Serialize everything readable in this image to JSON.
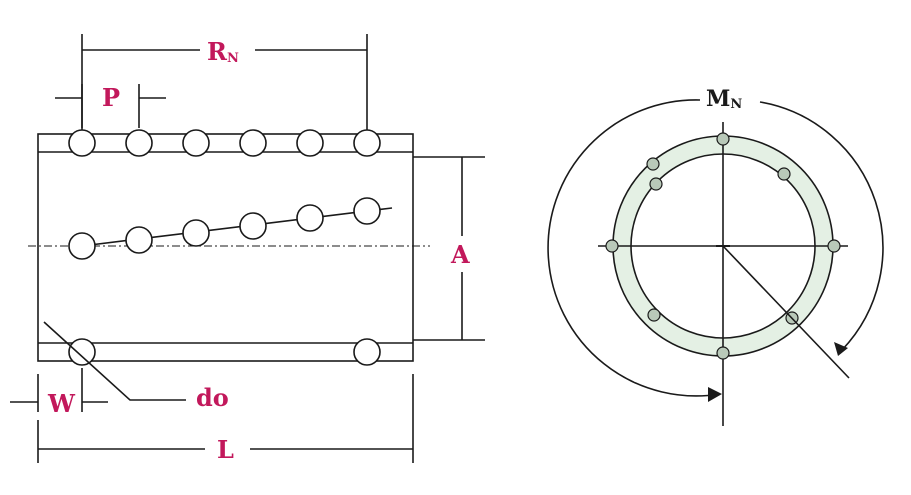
{
  "labels": {
    "rn": "R",
    "rn_sub": "N",
    "p": "P",
    "a": "A",
    "w": "W",
    "do": "do",
    "l": "L",
    "mn": "M",
    "mn_sub": "N"
  },
  "colors": {
    "label": "#c2185b",
    "line": "#1a1a1a",
    "ring_fill": "#e4f0e4",
    "ball_fill": "#ffffff",
    "ring_ball_fill": "#b9c9b9"
  }
}
